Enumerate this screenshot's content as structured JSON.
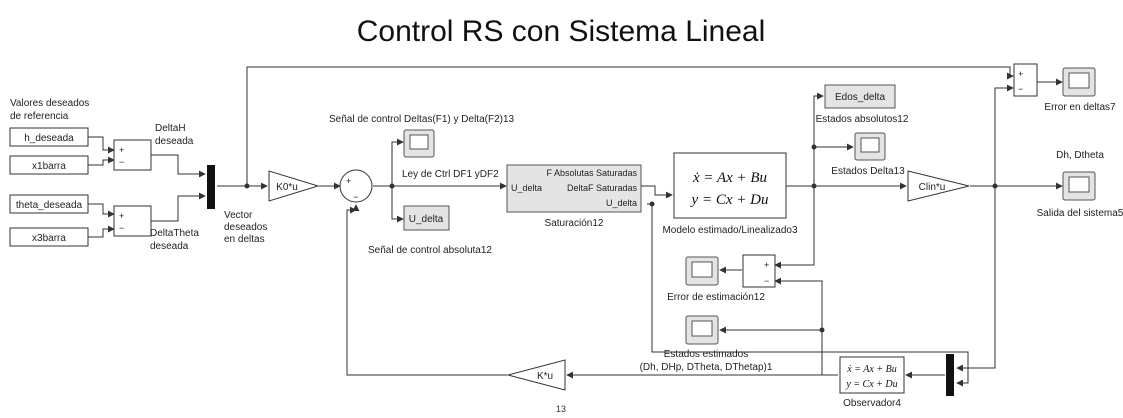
{
  "title": "Control RS con Sistema Lineal",
  "page_number": "13",
  "labels": {
    "valores_line1": "Valores deseados",
    "valores_line2": "de referencia",
    "deltaH_line1": "DeltaH",
    "deltaH_line2": "deseada",
    "deltaTheta_line1": "DeltaTheta",
    "deltaTheta_line2": "deseada",
    "vector_line1": "Vector",
    "vector_line2": "deseados",
    "vector_line3": "en deltas",
    "senal_control_deltas": "Señal de control Deltas(F1) y Delta(F2)13",
    "ley_ctrl": "Ley de Ctrl DF1 yDF2",
    "senal_absoluta": "Señal de control absoluta12",
    "saturacion": "Saturación12",
    "modelo": "Modelo estimado/Linealizado3",
    "estados_absolutos": "Estados absolutos12",
    "estados_delta": "Estados Delta13",
    "error_deltas": "Error en deltas7",
    "dh_dtheta": "Dh, Dtheta",
    "salida": "Salida del sistema5",
    "error_estimacion": "Error de estimación12",
    "estados_estimados_line1": "Estados estimados",
    "estados_estimados_line2": "(Dh, DHp, DTheta, DThetap)1",
    "observador": "Observador4"
  },
  "blocks": {
    "h_deseada": "h_deseada",
    "x1barra": "x1barra",
    "theta_deseada": "theta_deseada",
    "x3barra": "x3barra",
    "k0u": "K0*u",
    "u_delta_block": "U_delta",
    "edos_delta": "Edos_delta",
    "clin": "Clin*u",
    "ku": "K*u",
    "sat_port_in": "U_delta",
    "sat_port_out1": "F Absolutas Saturadas",
    "sat_port_out2": "DeltaF Saturadas",
    "sat_port_out3": "U_delta",
    "ss_line1": "ẋ = Ax + Bu",
    "ss_line2": "y = Cx + Du",
    "obs_line1": "ẋ = Ax + Bu",
    "obs_line2": "y = Cx + Du"
  },
  "signs": {
    "plus": "+",
    "minus": "−"
  }
}
